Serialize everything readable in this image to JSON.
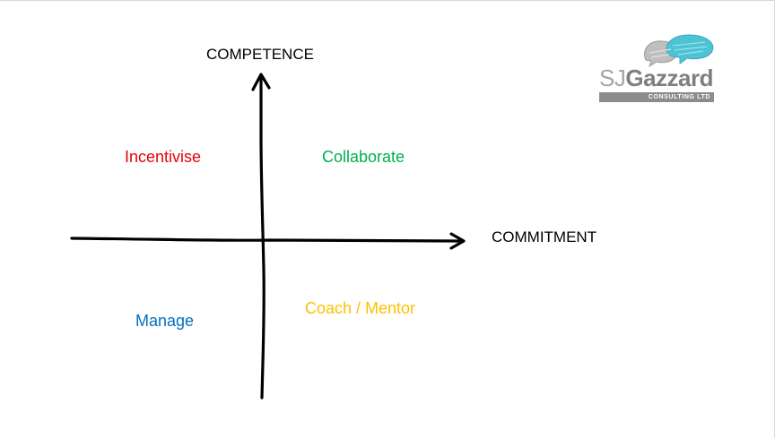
{
  "axes": {
    "vertical_label": "COMPETENCE",
    "horizontal_label": "COMMITMENT"
  },
  "quadrants": {
    "top_left": {
      "label": "Incentivise",
      "color": "#e8000b"
    },
    "top_right": {
      "label": "Collaborate",
      "color": "#00b050"
    },
    "bottom_left": {
      "label": "Manage",
      "color": "#0070c0"
    },
    "bottom_right": {
      "label": "Coach / Mentor",
      "color": "#ffc000"
    }
  },
  "logo": {
    "name_light": "SJ",
    "name_bold": "Gazzard",
    "strapline": "CONSULTING LTD",
    "accent_color": "#4fc3d6"
  }
}
